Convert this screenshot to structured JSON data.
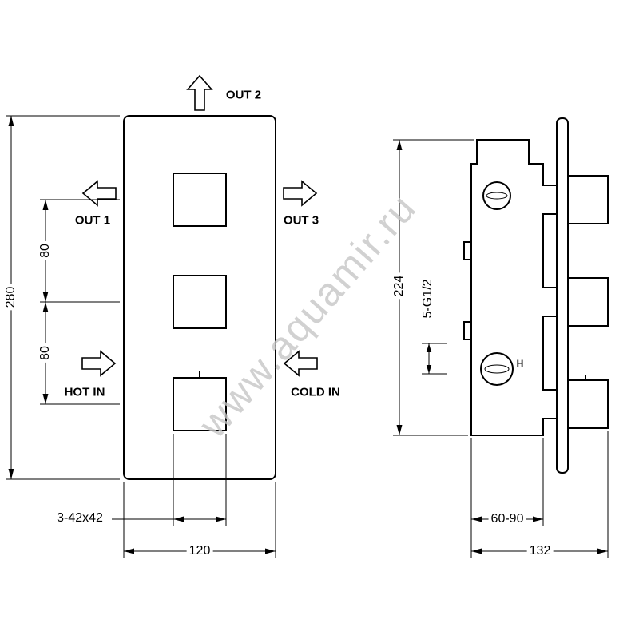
{
  "colors": {
    "line": "#000000",
    "background": "#ffffff",
    "watermark": "#c6c6c6"
  },
  "watermark": {
    "text": "www.aquamir.ru"
  },
  "front_view": {
    "flow_labels": {
      "out2": "OUT 2",
      "out1": "OUT 1",
      "out3": "OUT 3",
      "hot_in": "HOT IN",
      "cold_in": "COLD IN"
    },
    "dimensions": {
      "overall_height": "280",
      "knob_spacing_upper": "80",
      "knob_spacing_lower": "80",
      "knob_size": "3-42x42",
      "plate_width": "120"
    }
  },
  "side_view": {
    "markings": {
      "hot_indicator": "H"
    },
    "dimensions": {
      "body_height": "224",
      "connections": "5-G1/2",
      "depth_range": "60-90",
      "overall_depth": "132"
    }
  }
}
